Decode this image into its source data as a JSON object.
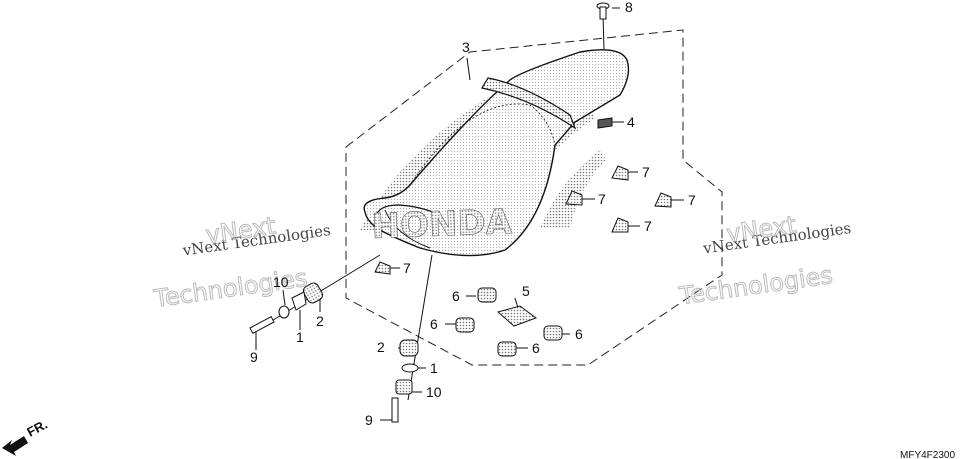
{
  "watermark": {
    "line1": "vNext Technologies",
    "line2": "vNext",
    "line3": "Technologies"
  },
  "direction_label": "FR.",
  "diagram_code": "MFY4F2300",
  "callouts": {
    "c1a": "1",
    "c1b": "1",
    "c2a": "2",
    "c2b": "2",
    "c3": "3",
    "c4": "4",
    "c5": "5",
    "c6a": "6",
    "c6b": "6",
    "c6c": "6",
    "c6d": "6",
    "c7a": "7",
    "c7b": "7",
    "c7c": "7",
    "c7d": "7",
    "c7e": "7",
    "c8": "8",
    "c9a": "9",
    "c9b": "9",
    "c10a": "10",
    "c10b": "10"
  },
  "logo_text": "HONDA"
}
